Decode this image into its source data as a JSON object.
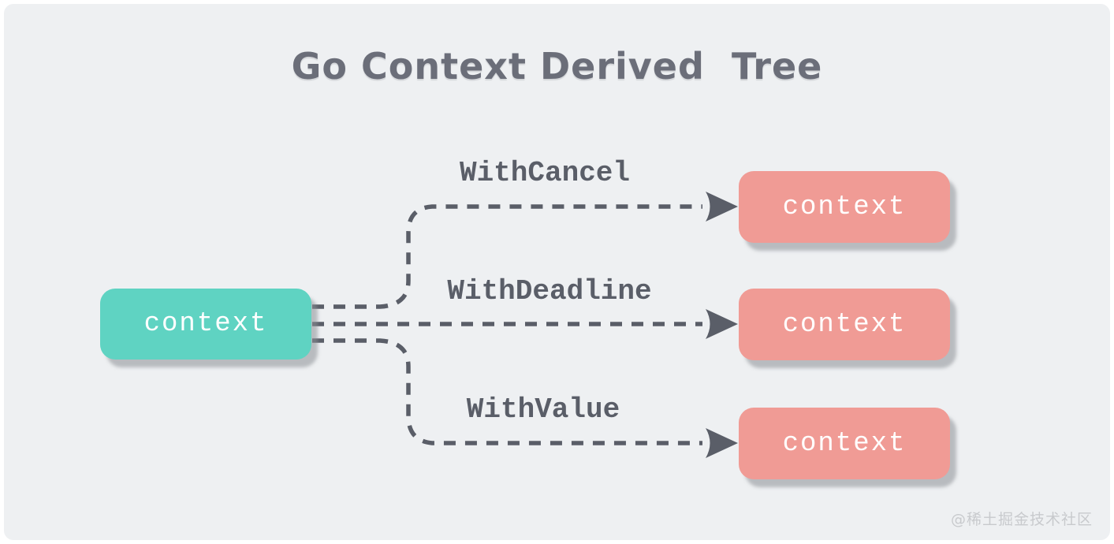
{
  "title": "Go Context Derived  Tree",
  "colors": {
    "page": "#ffffff",
    "background": "#eef0f2",
    "title_ink": "#6b6e79",
    "ink": "#5a5e68",
    "teal": "#5fd3c2",
    "pink": "#f09b95",
    "node_text": "#ffffff",
    "shadow": "rgba(140,144,150,0.55)",
    "watermark_ink": "#c8cacd"
  },
  "diagram": {
    "root": {
      "label": "context"
    },
    "edges": [
      {
        "label": "WithCancel",
        "target_label": "context"
      },
      {
        "label": "WithDeadline",
        "target_label": "context"
      },
      {
        "label": "WithValue",
        "target_label": "context"
      }
    ]
  },
  "watermark": "@稀土掘金技术社区"
}
